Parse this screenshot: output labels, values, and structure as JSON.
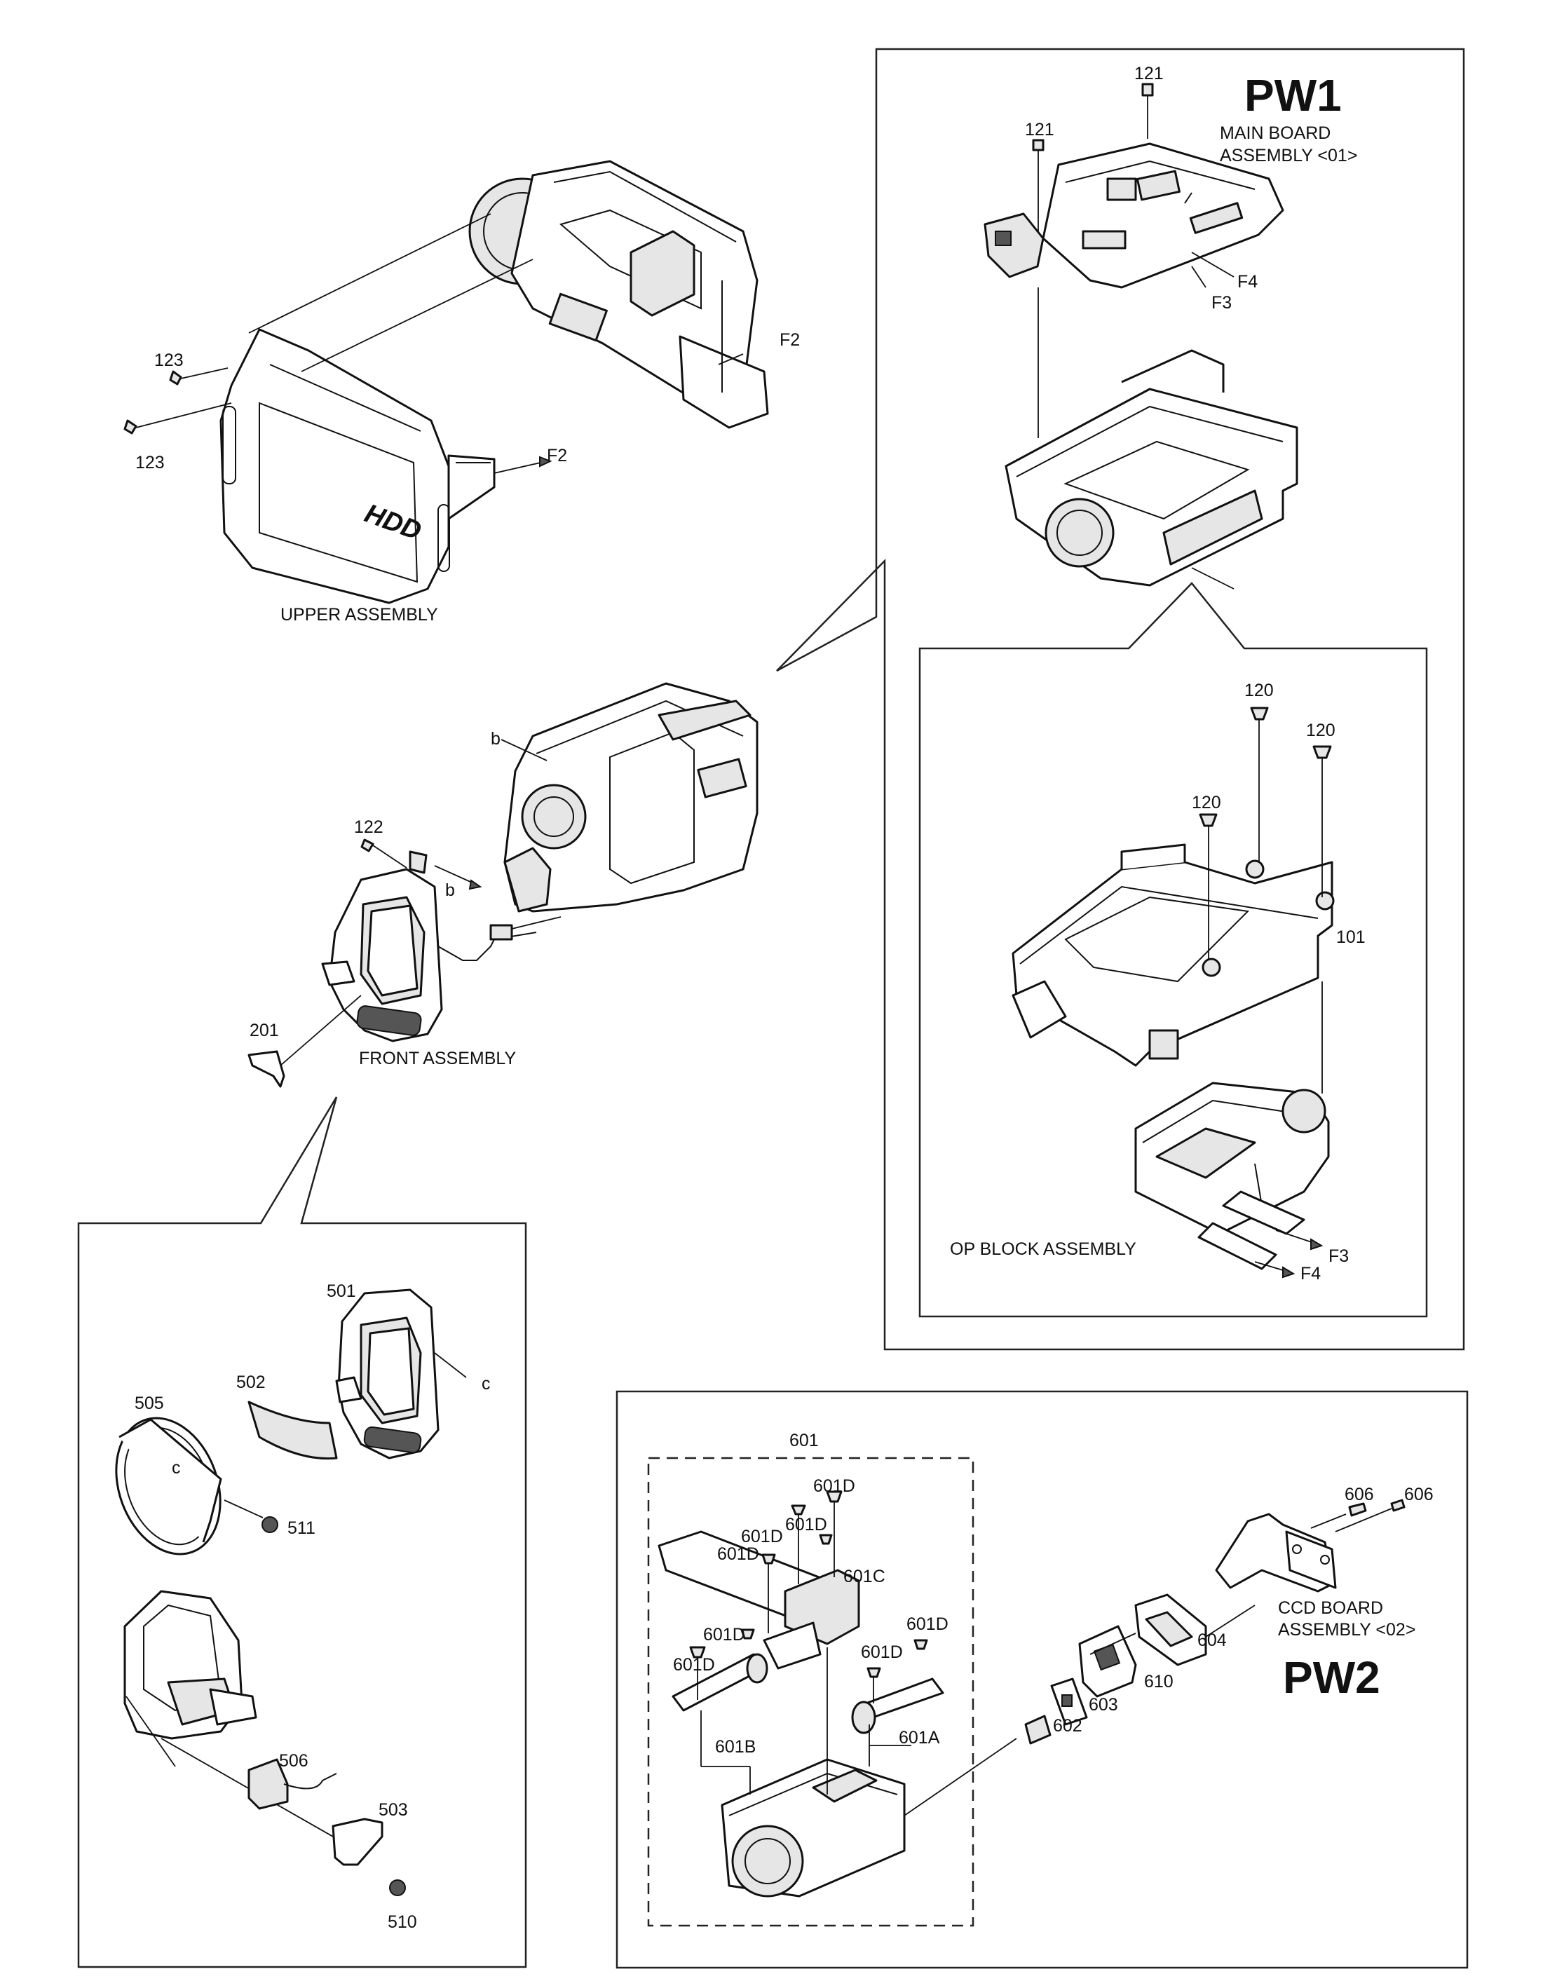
{
  "handwritten": {
    "pw1": "PW1",
    "pw2": "PW2"
  },
  "captions": {
    "main_board": [
      "MAIN BOARD",
      "ASSEMBLY <01>"
    ],
    "upper_assembly": "UPPER ASSEMBLY",
    "front_assembly": "FRONT ASSEMBLY",
    "op_block_assembly": "OP BLOCK ASSEMBLY",
    "ccd_board": [
      "CCD BOARD",
      "ASSEMBLY <02>"
    ]
  },
  "part_numbers": {
    "p121a": "121",
    "p121b": "121",
    "f4_top": "F4",
    "f3_top": "F3",
    "f2_body": "F2",
    "f2_upper": "F2",
    "p123a": "123",
    "p123b": "123",
    "p120a": "120",
    "p120b": "120",
    "p120c": "120",
    "p101": "101",
    "b_body": "b",
    "b_front": "b",
    "p122": "122",
    "p201": "201",
    "f3_op": "F3",
    "f4_op": "F4",
    "p501": "501",
    "c_501": "c",
    "p505": "505",
    "p502": "502",
    "c_505": "c",
    "p511": "511",
    "p506": "506",
    "p503": "503",
    "p510": "510",
    "p601": "601",
    "p601d_1": "601D",
    "p601d_2": "601D",
    "p601d_3": "601D",
    "p601d_4": "601D",
    "p601c": "601C",
    "p601d_5": "601D",
    "p601d_6": "601D",
    "p601d_7": "601D",
    "p601d_8": "601D",
    "p601a": "601A",
    "p601b": "601B",
    "p606a": "606",
    "p606b": "606",
    "p604": "604",
    "p610": "610",
    "p603": "603",
    "p602": "602"
  }
}
